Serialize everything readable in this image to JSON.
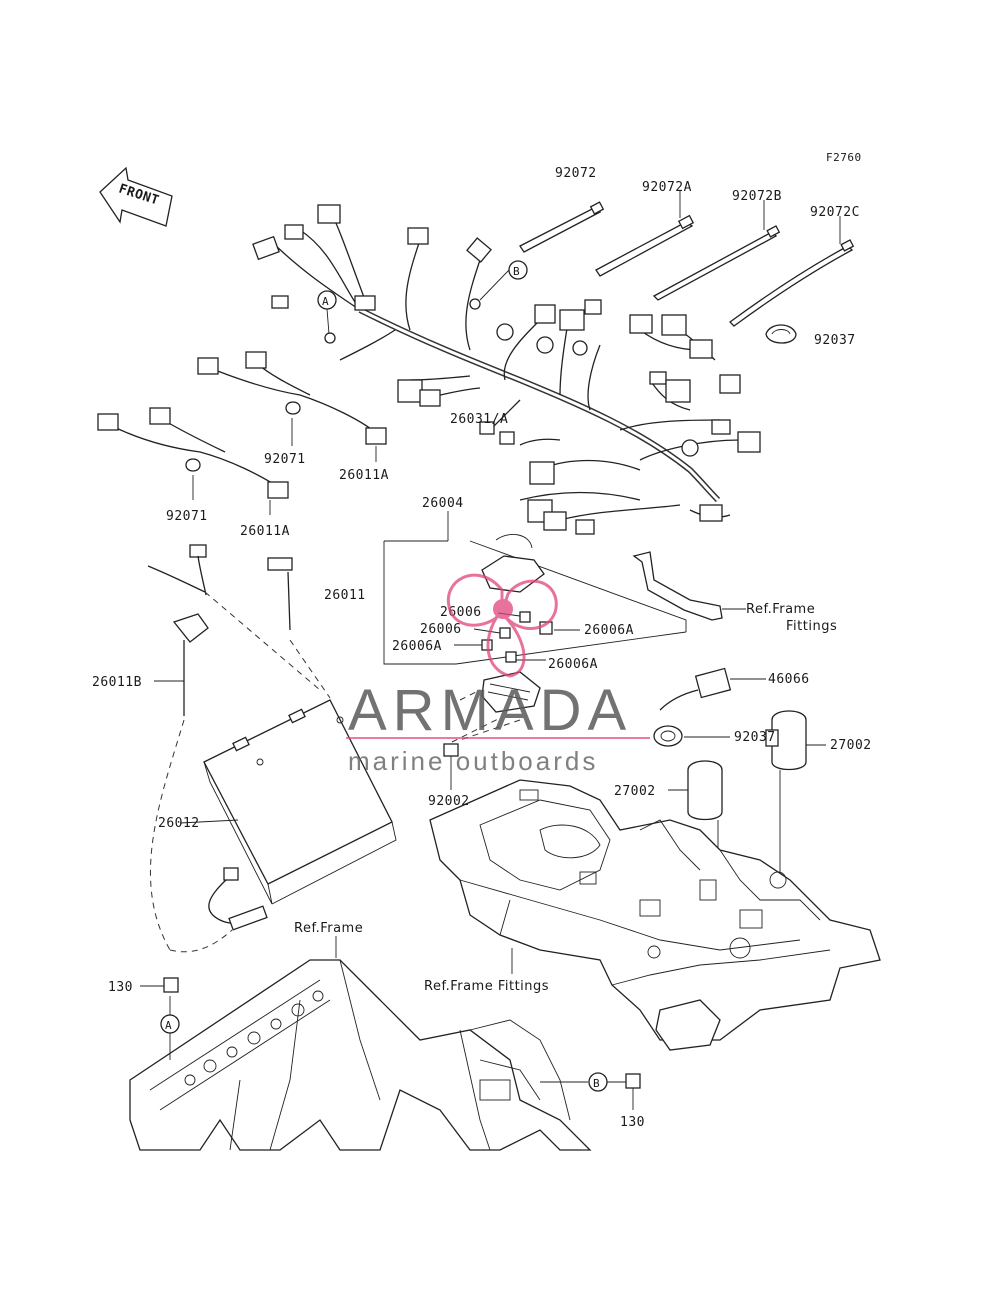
{
  "figure_code": "F2760",
  "front_label": "FRONT",
  "callout_letters": {
    "a": "A",
    "b": "B"
  },
  "labels": {
    "p92072": "92072",
    "p92072A": "92072A",
    "p92072B": "92072B",
    "p92072C": "92072C",
    "p92037_top": "92037",
    "p26031": "26031/A",
    "p92071_a": "92071",
    "p26011A_a": "26011A",
    "p92071_b": "92071",
    "p26011A_b": "26011A",
    "p26004": "26004",
    "p26011": "26011",
    "p26006_a": "26006",
    "p26006_b": "26006",
    "p26006A_a": "26006A",
    "p26006A_b": "26006A",
    "p26006A_c": "26006A",
    "ref_frame_fittings_1": "Ref.Frame",
    "ref_frame_fittings_2": "Fittings",
    "p46066": "46066",
    "p26011B": "26011B",
    "p92037_mid": "92037",
    "p27002_a": "27002",
    "p27002_b": "27002",
    "p92002": "92002",
    "p26012": "26012",
    "ref_frame": "Ref.Frame",
    "ref_frame_fittings_bottom": "Ref.Frame Fittings",
    "p130_left": "130",
    "p130_right": "130"
  },
  "watermark": {
    "title": "ARMADA",
    "subtitle": "marine outboards",
    "accent_color": "#e0457b"
  }
}
